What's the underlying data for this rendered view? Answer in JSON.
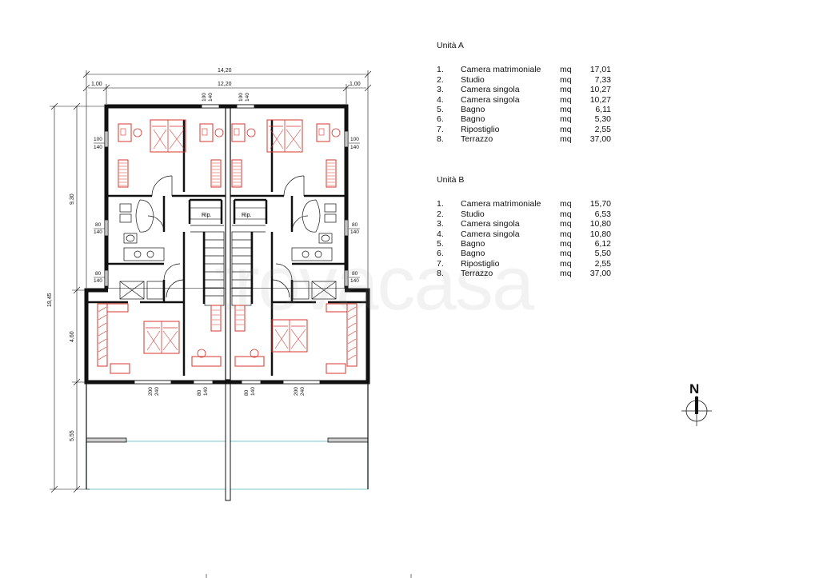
{
  "watermark": "trovacasa",
  "compass_label": "N",
  "dimensions": {
    "top_total": "14,20",
    "top_inner": "12,20",
    "top_left": "1,00",
    "top_right": "1,00",
    "left_total": "19,45",
    "left_upper": "9,30",
    "left_middle": "4,60",
    "left_lower": "5,55"
  },
  "room_labels": [
    "Rip.",
    "Rip."
  ],
  "window_marks": [
    {
      "w": "100",
      "h": "140"
    },
    {
      "w": "100",
      "h": "140"
    },
    {
      "w": "100",
      "h": "140"
    },
    {
      "w": "100",
      "h": "140"
    },
    {
      "w": "80",
      "h": "140"
    },
    {
      "w": "80",
      "h": "140"
    },
    {
      "w": "80",
      "h": "140"
    },
    {
      "w": "80",
      "h": "140"
    },
    {
      "w": "200",
      "h": "240"
    },
    {
      "w": "80",
      "h": "140"
    },
    {
      "w": "80",
      "h": "140"
    },
    {
      "w": "200",
      "h": "240"
    }
  ],
  "units": [
    {
      "title": "Unità A",
      "rooms": [
        {
          "n": "1.",
          "name": "Camera matrimoniale",
          "mq": "mq",
          "value": "17,01"
        },
        {
          "n": "2.",
          "name": "Studio",
          "mq": "mq",
          "value": "7,33"
        },
        {
          "n": "3.",
          "name": "Camera singola",
          "mq": "mq",
          "value": "10,27"
        },
        {
          "n": "4.",
          "name": "Camera singola",
          "mq": "mq",
          "value": "10,27"
        },
        {
          "n": "5.",
          "name": "Bagno",
          "mq": "mq",
          "value": "6,11"
        },
        {
          "n": "6.",
          "name": "Bagno",
          "mq": "mq",
          "value": "5,30"
        },
        {
          "n": "7.",
          "name": "Ripostiglio",
          "mq": "mq",
          "value": "2,55"
        },
        {
          "n": "8.",
          "name": "Terrazzo",
          "mq": "mq",
          "value": "37,00"
        }
      ]
    },
    {
      "title": "Unità B",
      "rooms": [
        {
          "n": "1.",
          "name": "Camera matrimoniale",
          "mq": "mq",
          "value": "15,70"
        },
        {
          "n": "2.",
          "name": "Studio",
          "mq": "mq",
          "value": "6,53"
        },
        {
          "n": "3.",
          "name": "Camera singola",
          "mq": "mq",
          "value": "10,80"
        },
        {
          "n": "4.",
          "name": "Camera singola",
          "mq": "mq",
          "value": "10,80"
        },
        {
          "n": "5.",
          "name": "Bagno",
          "mq": "mq",
          "value": "6,12"
        },
        {
          "n": "6.",
          "name": "Bagno",
          "mq": "mq",
          "value": "5,50"
        },
        {
          "n": "7.",
          "name": "Ripostiglio",
          "mq": "mq",
          "value": "2,55"
        },
        {
          "n": "8.",
          "name": "Terrazzo",
          "mq": "mq",
          "value": "37,00"
        }
      ]
    }
  ]
}
